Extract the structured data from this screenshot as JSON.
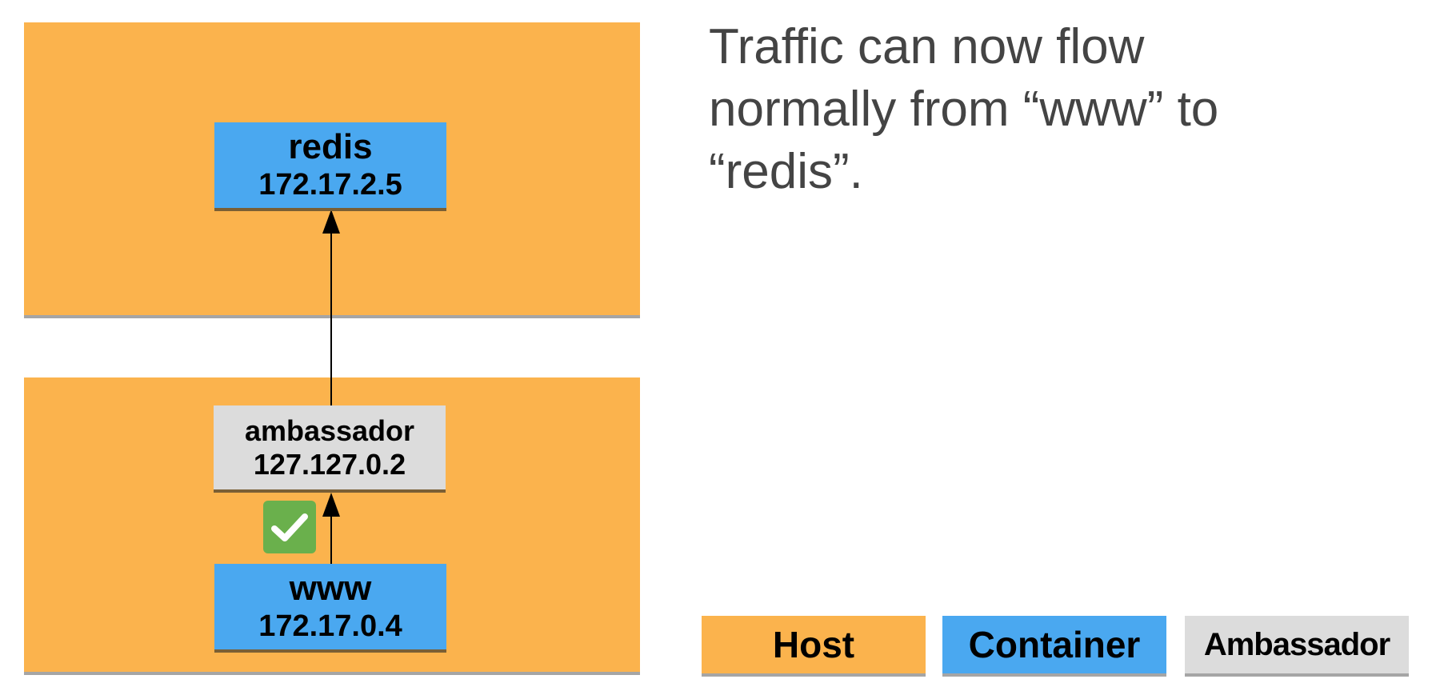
{
  "colors": {
    "host": "#fbb34d",
    "container": "#4aa8f0",
    "ambassador": "#dcdcdc",
    "check": "#6ab04c",
    "arrow": "#000000"
  },
  "diagram": {
    "redis": {
      "name": "redis",
      "ip": "172.17.2.5"
    },
    "ambassador": {
      "name": "ambassador",
      "ip": "127.127.0.2"
    },
    "www": {
      "name": "www",
      "ip": "172.17.0.4"
    },
    "check_icon": "check-icon"
  },
  "caption": "Traffic can now flow normally from “www” to “redis”.",
  "legend": {
    "host": "Host",
    "container": "Container",
    "ambassador": "Ambassador"
  }
}
